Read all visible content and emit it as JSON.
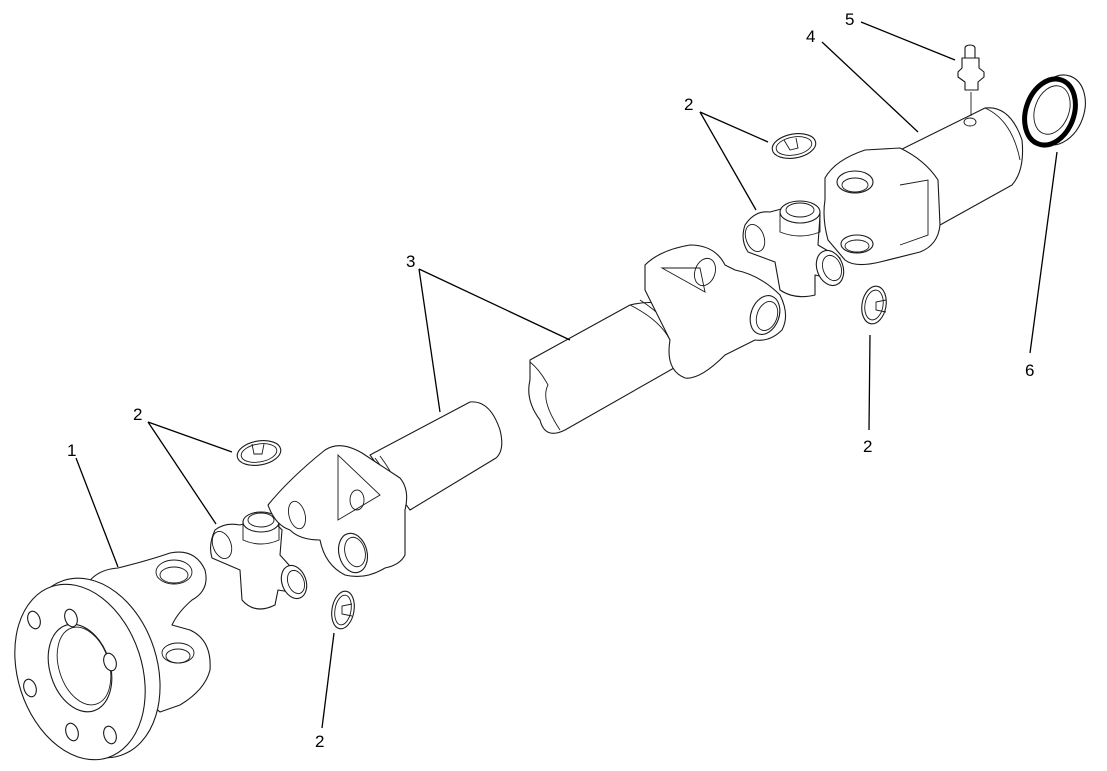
{
  "diagram": {
    "type": "exploded-parts-view",
    "subject": "drive shaft assembly",
    "callouts": [
      {
        "id": "c1",
        "label": "1",
        "part": "flange yoke"
      },
      {
        "id": "c2a",
        "label": "2",
        "part": "universal joint cross and retaining clip (front)"
      },
      {
        "id": "c2b",
        "label": "2",
        "part": "retaining clip (front lower)"
      },
      {
        "id": "c3",
        "label": "3",
        "part": "drive shaft tube with yokes"
      },
      {
        "id": "c2c",
        "label": "2",
        "part": "universal joint cross and retaining clip (rear)"
      },
      {
        "id": "c2d",
        "label": "2",
        "part": "retaining clip (rear lower)"
      },
      {
        "id": "c4",
        "label": "4",
        "part": "slip yoke"
      },
      {
        "id": "c5",
        "label": "5",
        "part": "grease fitting"
      },
      {
        "id": "c6",
        "label": "6",
        "part": "seal"
      }
    ],
    "colors": {
      "line": "#1a1a1a",
      "background": "#ffffff"
    }
  }
}
